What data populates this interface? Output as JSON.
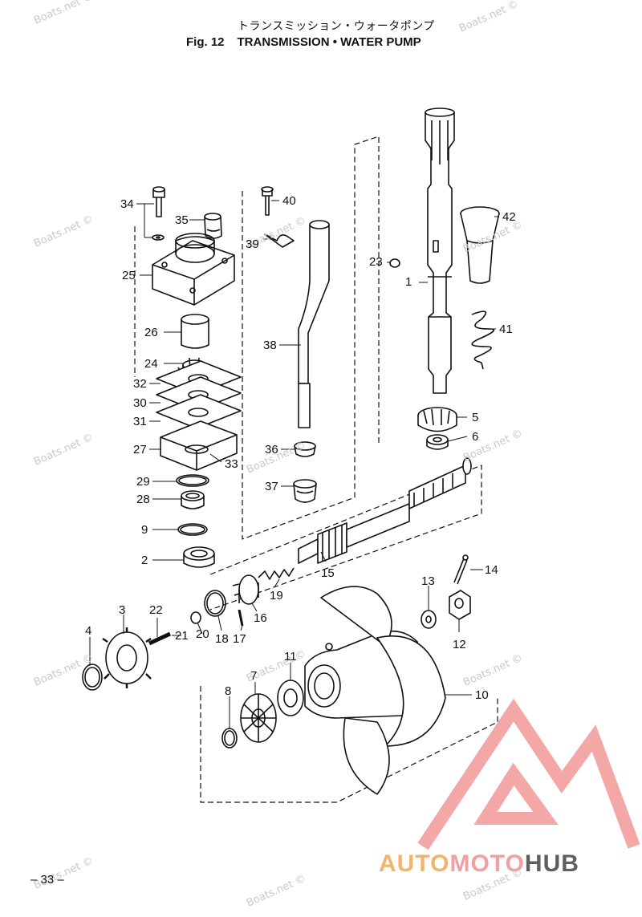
{
  "header": {
    "title_jp": "トランスミッション・ウォータポンプ",
    "fig_label": "Fig. 12",
    "fig_title": "TRANSMISSION • WATER PUMP"
  },
  "footer": {
    "page_number": "– 33 –"
  },
  "watermark_text": "Boats.net ©",
  "logo": {
    "part1": "AUTO",
    "part2": "MOTO",
    "part3": "HUB",
    "colors": {
      "triangle": "#f08a8a",
      "auto": "#f2b36b",
      "moto": "#f0a0a0",
      "hub": "#5f5f5f"
    }
  },
  "callouts": [
    "1",
    "2",
    "3",
    "4",
    "5",
    "6",
    "7",
    "8",
    "9",
    "10",
    "11",
    "12",
    "13",
    "14",
    "15",
    "16",
    "17",
    "18",
    "19",
    "20",
    "21",
    "22",
    "23",
    "24",
    "25",
    "26",
    "27",
    "28",
    "29",
    "30",
    "31",
    "32",
    "33",
    "34",
    "35",
    "36",
    "37",
    "38",
    "39",
    "40",
    "41",
    "42"
  ]
}
